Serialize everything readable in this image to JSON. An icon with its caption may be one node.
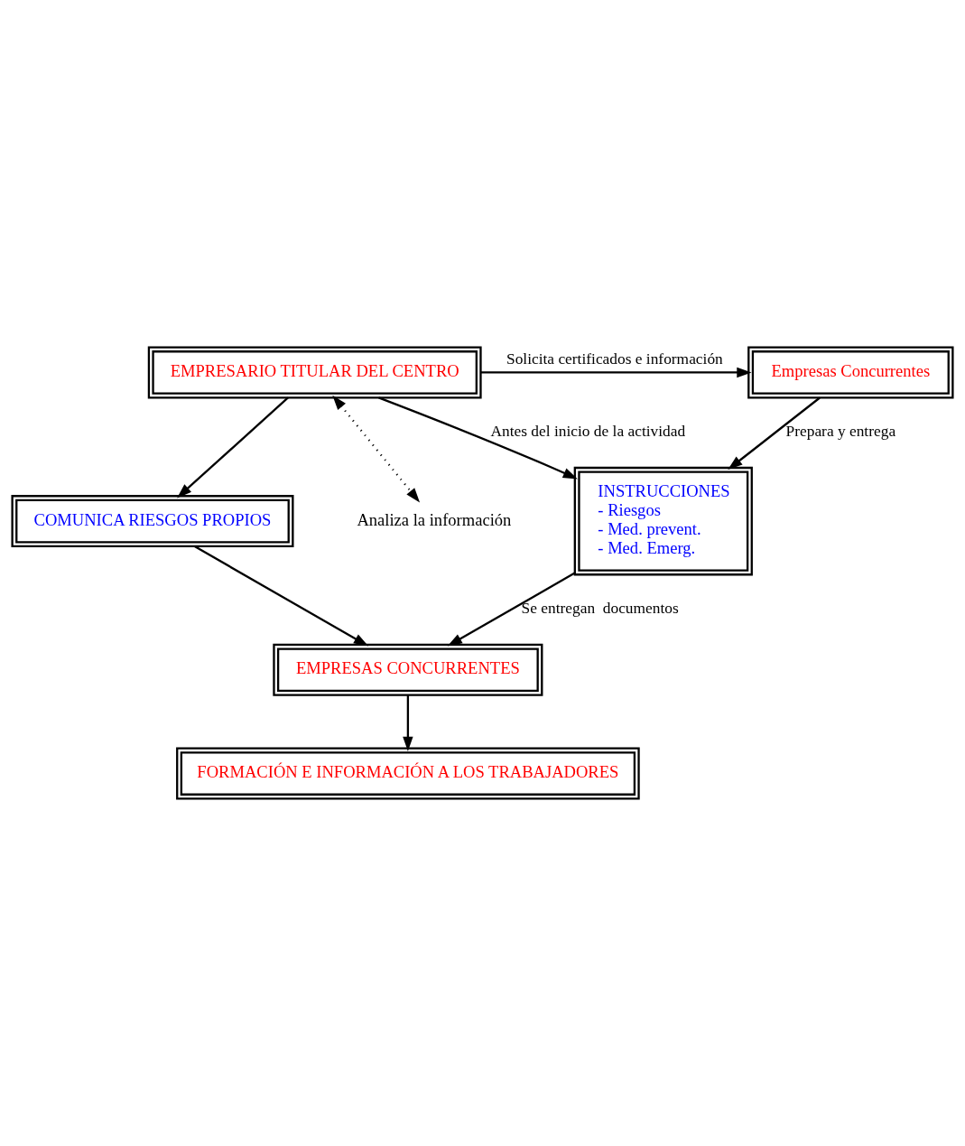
{
  "diagram": {
    "nodes": [
      {
        "text": [
          "Empresas Concurrentes"
        ]
      },
      {
        "text": [
          "EMPRESARIO TITULAR DEL CENTRO"
        ]
      },
      {
        "text": [
          "INSTRUCCIONES",
          "- Riesgos",
          "- Med. prevent.",
          "- Med. Emerg."
        ]
      },
      {
        "text": [
          "COMUNICA RIESGOS PROPIOS"
        ]
      },
      {
        "text": [
          "EMPRESAS CONCURRENTES"
        ]
      },
      {
        "text": [
          "FORMACIÓN E INFORMACIÓN A LOS TRABAJADORES"
        ]
      },
      {
        "text": [
          "Analiza la información"
        ]
      }
    ],
    "edges": [
      {
        "from": 1,
        "to": 0,
        "arrow": "to",
        "label": "Solicita certificados e información"
      },
      {
        "from": 1,
        "to": 6,
        "arrow": "both",
        "style": "dashed"
      },
      {
        "from": 1,
        "to": 2,
        "arrow": "to",
        "label": "Antes del inicio de la actividad"
      },
      {
        "from": 1,
        "to": 3,
        "arrow": "to"
      },
      {
        "from": 0,
        "to": 2,
        "arrow": "to",
        "label": "Prepara y entrega"
      },
      {
        "from": 2,
        "to": 4,
        "arrow": "to",
        "label": "Se entregan  documentos"
      },
      {
        "from": 3,
        "to": 4,
        "arrow": "to"
      },
      {
        "from": 4,
        "to": 5,
        "arrow": "to"
      }
    ]
  }
}
